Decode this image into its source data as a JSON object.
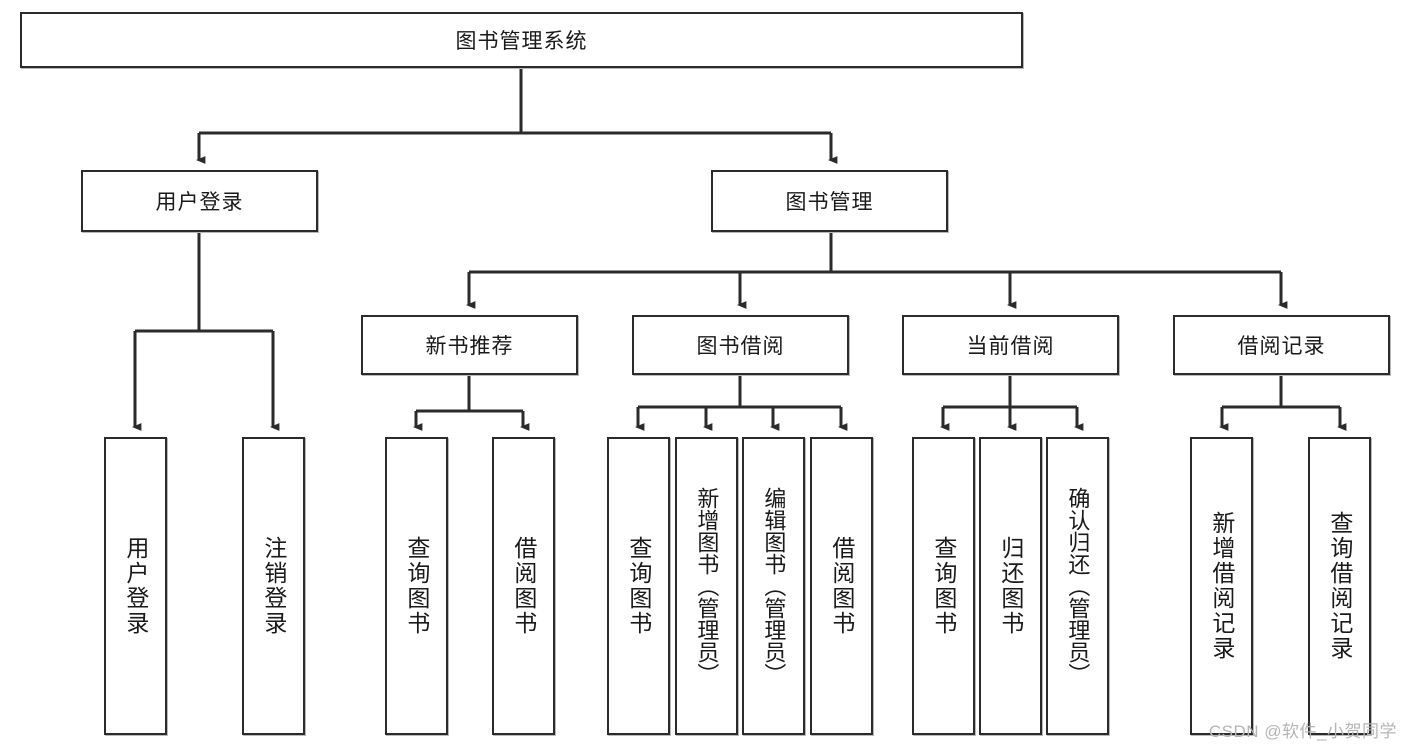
{
  "diagram": {
    "type": "tree-hierarchy-chart",
    "title": "图书管理系统",
    "watermark": "CSDN @软件_小贺同学",
    "colors": {
      "box_border": "#2b2b2b",
      "box_fill": "#ffffff",
      "connector": "#2b2b2b",
      "text": "#1a1a1a",
      "watermark": "#b5b5b5"
    },
    "nodes": {
      "root": {
        "label": "图书管理系统",
        "level": 0
      },
      "level1": [
        {
          "id": "user-login",
          "label": "用户登录"
        },
        {
          "id": "book-manage",
          "label": "图书管理"
        }
      ],
      "level2": [
        {
          "id": "new-book-recommend",
          "label": "新书推荐",
          "parent": "book-manage"
        },
        {
          "id": "book-borrow",
          "label": "图书借阅",
          "parent": "book-manage"
        },
        {
          "id": "current-borrow",
          "label": "当前借阅",
          "parent": "book-manage"
        },
        {
          "id": "borrow-record",
          "label": "借阅记录",
          "parent": "book-manage"
        }
      ],
      "leaves": [
        {
          "id": "leaf-user-login",
          "label": "用户登录",
          "parent": "user-login"
        },
        {
          "id": "leaf-logout-login",
          "label": "注销登录",
          "parent": "user-login"
        },
        {
          "id": "leaf-query-book-1",
          "label": "查询图书",
          "parent": "new-book-recommend"
        },
        {
          "id": "leaf-borrow-book-1",
          "label": "借阅图书",
          "parent": "new-book-recommend"
        },
        {
          "id": "leaf-query-book-2",
          "label": "查询图书",
          "parent": "book-borrow"
        },
        {
          "id": "leaf-add-book",
          "label": "新增图书（管理员）",
          "parent": "book-borrow"
        },
        {
          "id": "leaf-edit-book",
          "label": "编辑图书（管理员）",
          "parent": "book-borrow"
        },
        {
          "id": "leaf-borrow-book-2",
          "label": "借阅图书",
          "parent": "book-borrow"
        },
        {
          "id": "leaf-query-book-3",
          "label": "查询图书",
          "parent": "current-borrow"
        },
        {
          "id": "leaf-return-book",
          "label": "归还图书",
          "parent": "current-borrow"
        },
        {
          "id": "leaf-confirm-return",
          "label": "确认归还（管理员）",
          "parent": "current-borrow"
        },
        {
          "id": "leaf-add-record",
          "label": "新增借阅记录",
          "parent": "borrow-record"
        },
        {
          "id": "leaf-query-record",
          "label": "查询借阅记录",
          "parent": "borrow-record"
        }
      ]
    }
  }
}
